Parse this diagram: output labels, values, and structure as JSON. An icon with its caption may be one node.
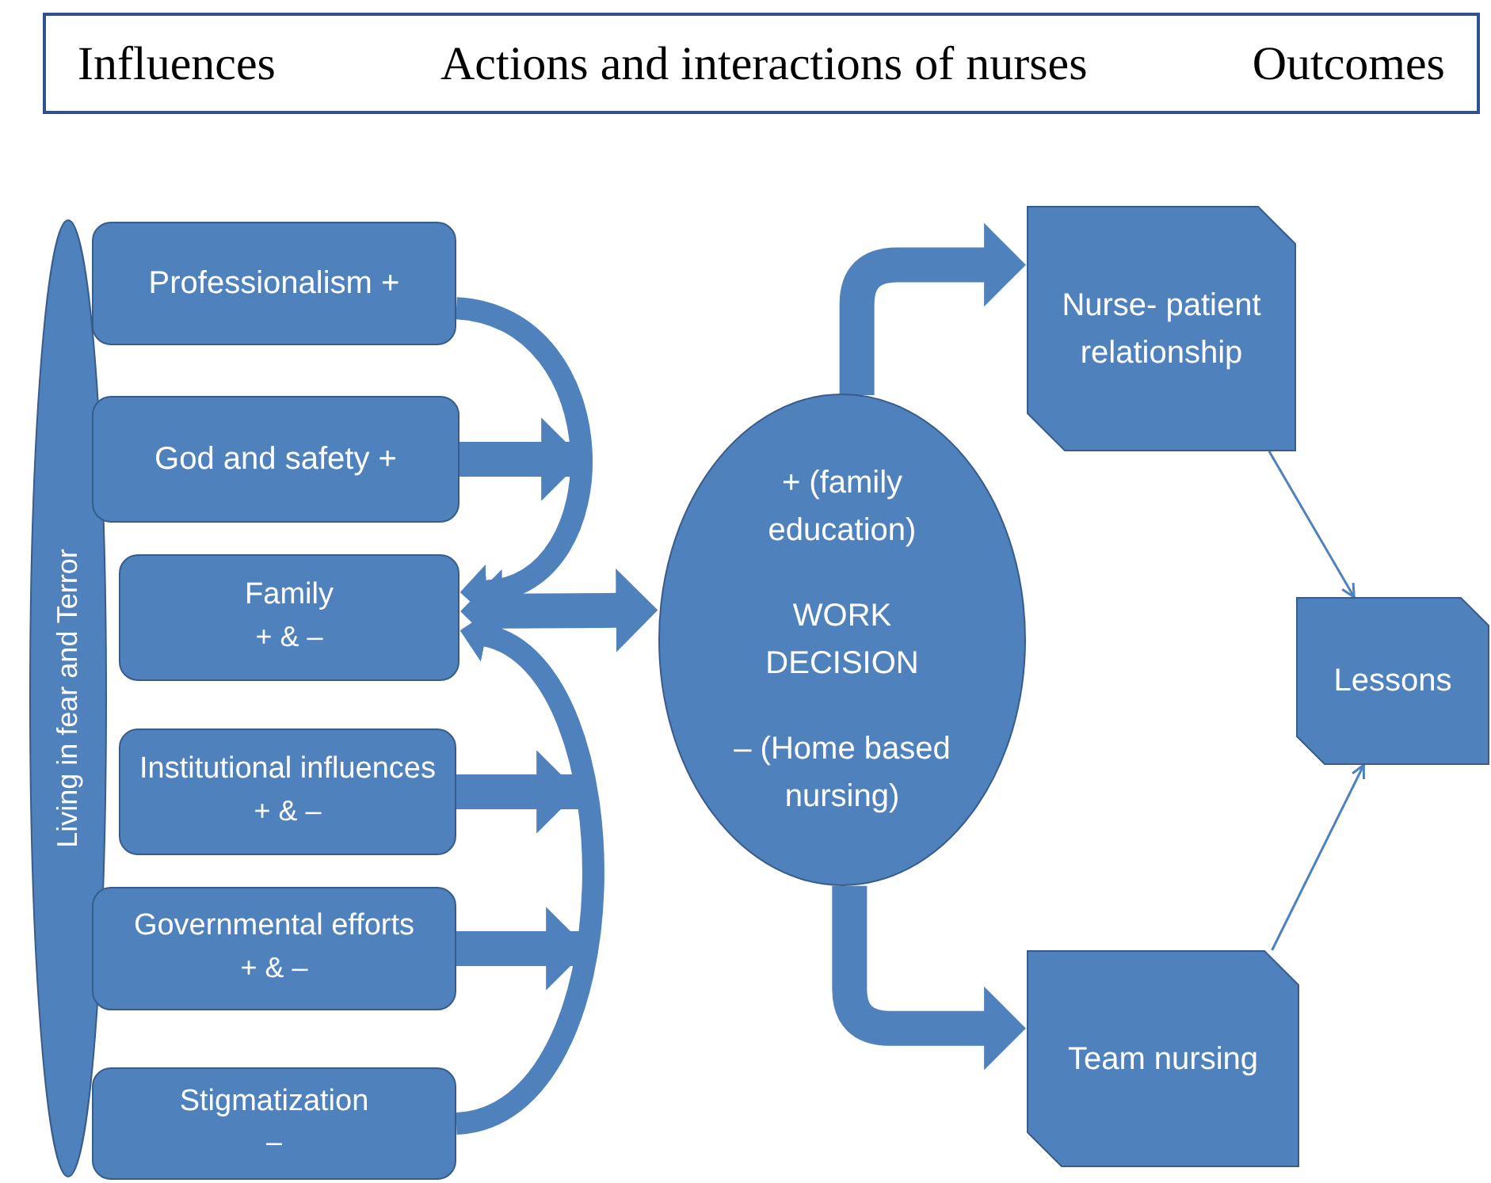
{
  "diagram": {
    "nodes": [
      {
        "text": [
          "Influences",
          "Actions and interactions of nurses",
          "Outcomes"
        ]
      },
      {
        "text": [
          "Living in fear and Terror"
        ]
      },
      {
        "text": [
          "Professionalism +"
        ]
      },
      {
        "text": [
          "God and safety +"
        ]
      },
      {
        "text": [
          "Family",
          "+ & –"
        ]
      },
      {
        "text": [
          "Institutional influences",
          "+ & –"
        ]
      },
      {
        "text": [
          "Governmental efforts",
          "+ & –"
        ]
      },
      {
        "text": [
          "Stigmatization",
          "–"
        ]
      },
      {
        "text": [
          "+ (family education)",
          "WORK DECISION",
          "– (Home based nursing)"
        ]
      },
      {
        "text": [
          "Nurse- patient relationship"
        ]
      },
      {
        "text": [
          "Team nursing"
        ]
      },
      {
        "text": [
          "Lessons"
        ]
      }
    ],
    "edges": [
      {
        "from": 2,
        "to": 4,
        "arrow": "to"
      },
      {
        "from": 3,
        "to": null,
        "arrow": "to"
      },
      {
        "from": 5,
        "to": null,
        "arrow": "to"
      },
      {
        "from": 6,
        "to": null,
        "arrow": "to"
      },
      {
        "from": 7,
        "to": 4,
        "arrow": "to"
      },
      {
        "from": 4,
        "to": 8,
        "arrow": "both"
      },
      {
        "from": 8,
        "to": 9,
        "arrow": "to"
      },
      {
        "from": 8,
        "to": 10,
        "arrow": "to"
      },
      {
        "from": 9,
        "to": 11,
        "arrow": "to"
      },
      {
        "from": 10,
        "to": 11,
        "arrow": "to"
      }
    ]
  }
}
